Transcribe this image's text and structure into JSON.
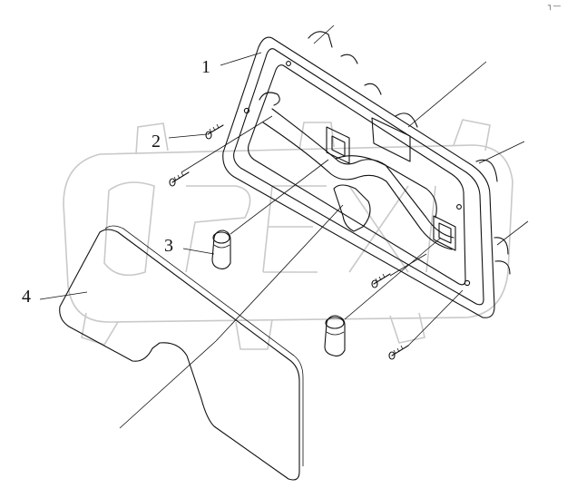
{
  "callouts": [
    {
      "id": "1",
      "text": "1"
    },
    {
      "id": "2",
      "text": "2"
    },
    {
      "id": "3",
      "text": "3"
    },
    {
      "id": "4",
      "text": "4"
    }
  ],
  "corner_mark": "┐—",
  "colors": {
    "line": "#111111",
    "watermark": "#c9c9c9",
    "background": "#ffffff"
  }
}
